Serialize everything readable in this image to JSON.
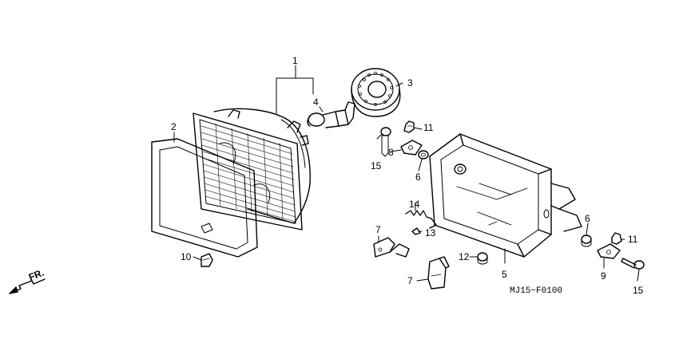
{
  "diagram_code": "MJ15−F0100",
  "direction_label": "FR.",
  "callouts": {
    "headlight_unit": "1",
    "rim": "2",
    "dust_cover": "3",
    "bulb": "4",
    "case": "5",
    "collar_upper": "6",
    "collar_lower": "6",
    "bracket_left": "7",
    "bracket_lower": "7",
    "plate_upper": "8",
    "plate_lower": "9",
    "screw_10": "10",
    "nut_upper": "11",
    "nut_lower": "11",
    "cap_12": "12",
    "screw_13": "13",
    "spring_14": "14",
    "bolt_upper": "15",
    "bolt_lower": "15"
  }
}
